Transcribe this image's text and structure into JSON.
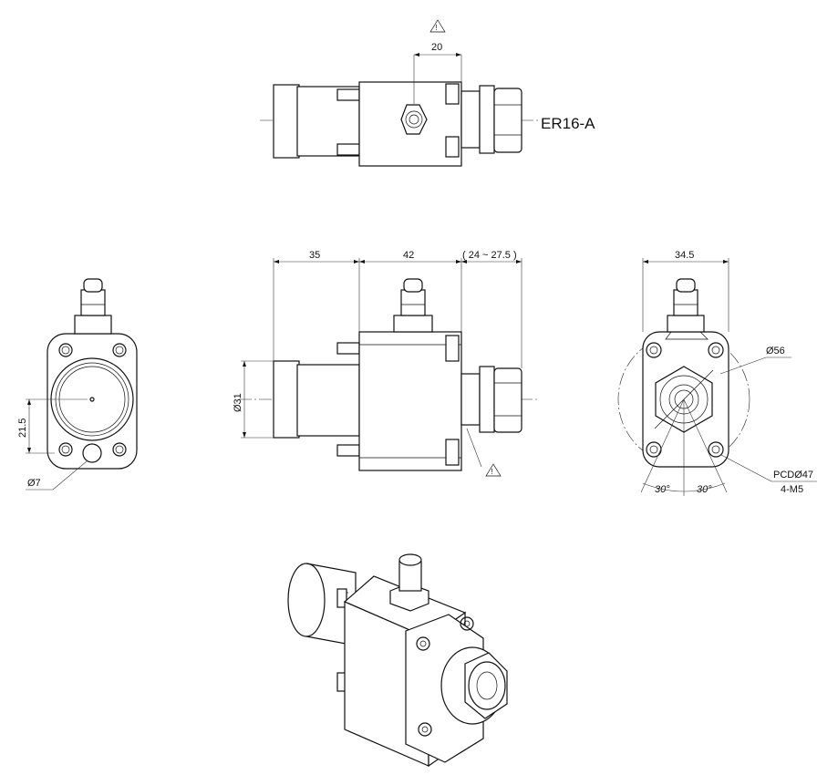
{
  "title": "ER16-A",
  "dimensions": {
    "top_20": "20",
    "front_35": "35",
    "front_42": "42",
    "front_range": "( 24 ~ 27.5 )",
    "front_dia31": "Ø31",
    "left_21_5": "21.5",
    "left_dia7": "Ø7",
    "right_34_5": "34.5",
    "right_dia56": "Ø56",
    "right_pcd": "PCDØ47",
    "right_holes": "4-M5",
    "angle_left": "30°",
    "angle_right": "30°"
  },
  "warning_marks": [
    "!",
    "!"
  ]
}
